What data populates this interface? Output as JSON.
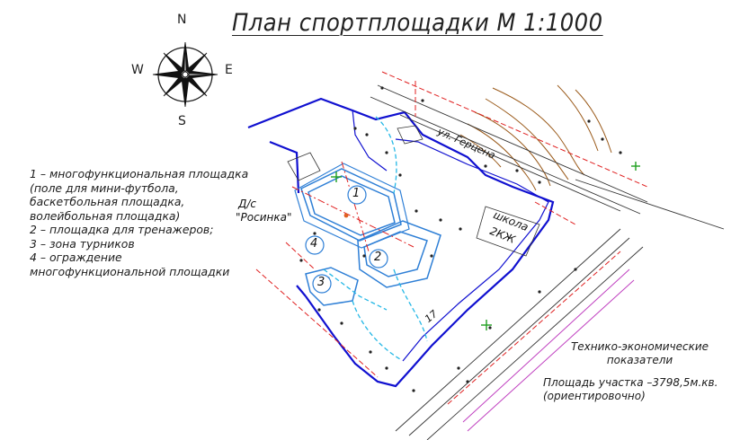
{
  "title": "План спортплощадки М 1:1000",
  "compass": {
    "n": "N",
    "s": "S",
    "w": "W",
    "e": "E"
  },
  "legend": [
    "1 – многофункциональная площадка",
    "(поле для мини-футбола,",
    "баскетбольная площадка,",
    "волейбольная площадка)",
    "2 – площадка для тренажеров;",
    "3 – зона турников",
    "4 – ограждение",
    "многофункциональной площадки"
  ],
  "labels": {
    "kindergarten_type": "Д/с",
    "kindergarten_name": "\"Росинка\"",
    "school": "школа",
    "school_code": "2КЖ",
    "street": "ул. Герцена",
    "building_number": "17",
    "zone_1": "1",
    "zone_2": "2",
    "zone_3": "3",
    "zone_4": "4"
  },
  "tep": {
    "heading_1": "Технико-экономические",
    "heading_2": "показатели",
    "area": "Площадь участка –3798,5м.кв.",
    "note": "(ориентировочно)"
  },
  "colors": {
    "boundary": "#1010d0",
    "zone": "#2e7fd6",
    "light_blue": "#25b8e6",
    "red": "#e02020",
    "brown": "#9a5a1a",
    "magenta": "#c040c0",
    "green": "#20a020"
  }
}
